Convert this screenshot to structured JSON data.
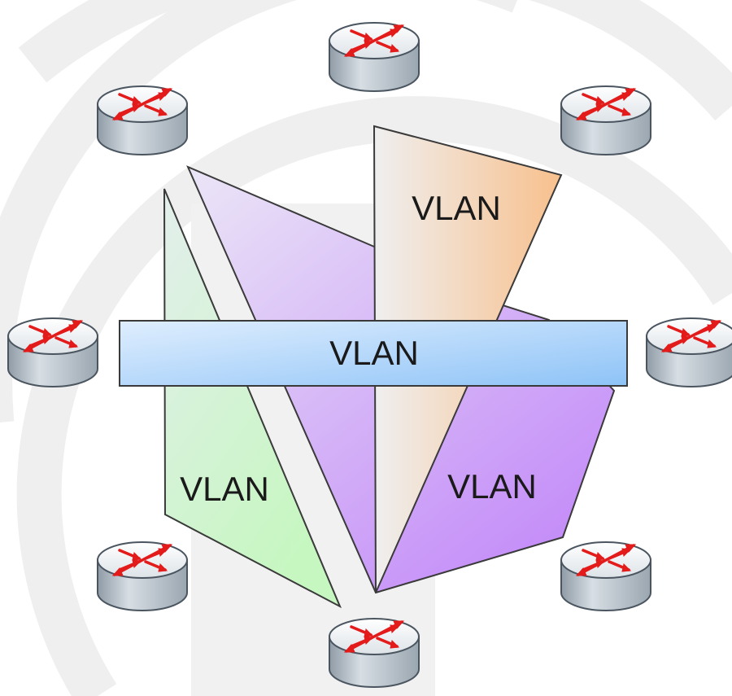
{
  "diagram": {
    "labels": {
      "orange_panel": "VLAN",
      "horizontal_bar": "VLAN",
      "green_panel": "VLAN",
      "purple_panel": "VLAN"
    },
    "routers": [
      {
        "name": "router-top"
      },
      {
        "name": "router-top-left"
      },
      {
        "name": "router-top-right"
      },
      {
        "name": "router-left"
      },
      {
        "name": "router-right"
      },
      {
        "name": "router-bottom-left"
      },
      {
        "name": "router-bottom-right"
      },
      {
        "name": "router-bottom"
      }
    ],
    "colors": {
      "background": "#ffffff",
      "watermark": "#efefef",
      "green_panel": "#ccf5c7",
      "purple_panel": "#c58bfa",
      "orange_panel": "#f8c79b",
      "bar": "#9fcbf7",
      "router_body": "#b7c3cc",
      "router_arrows": "#e31b1b"
    }
  }
}
